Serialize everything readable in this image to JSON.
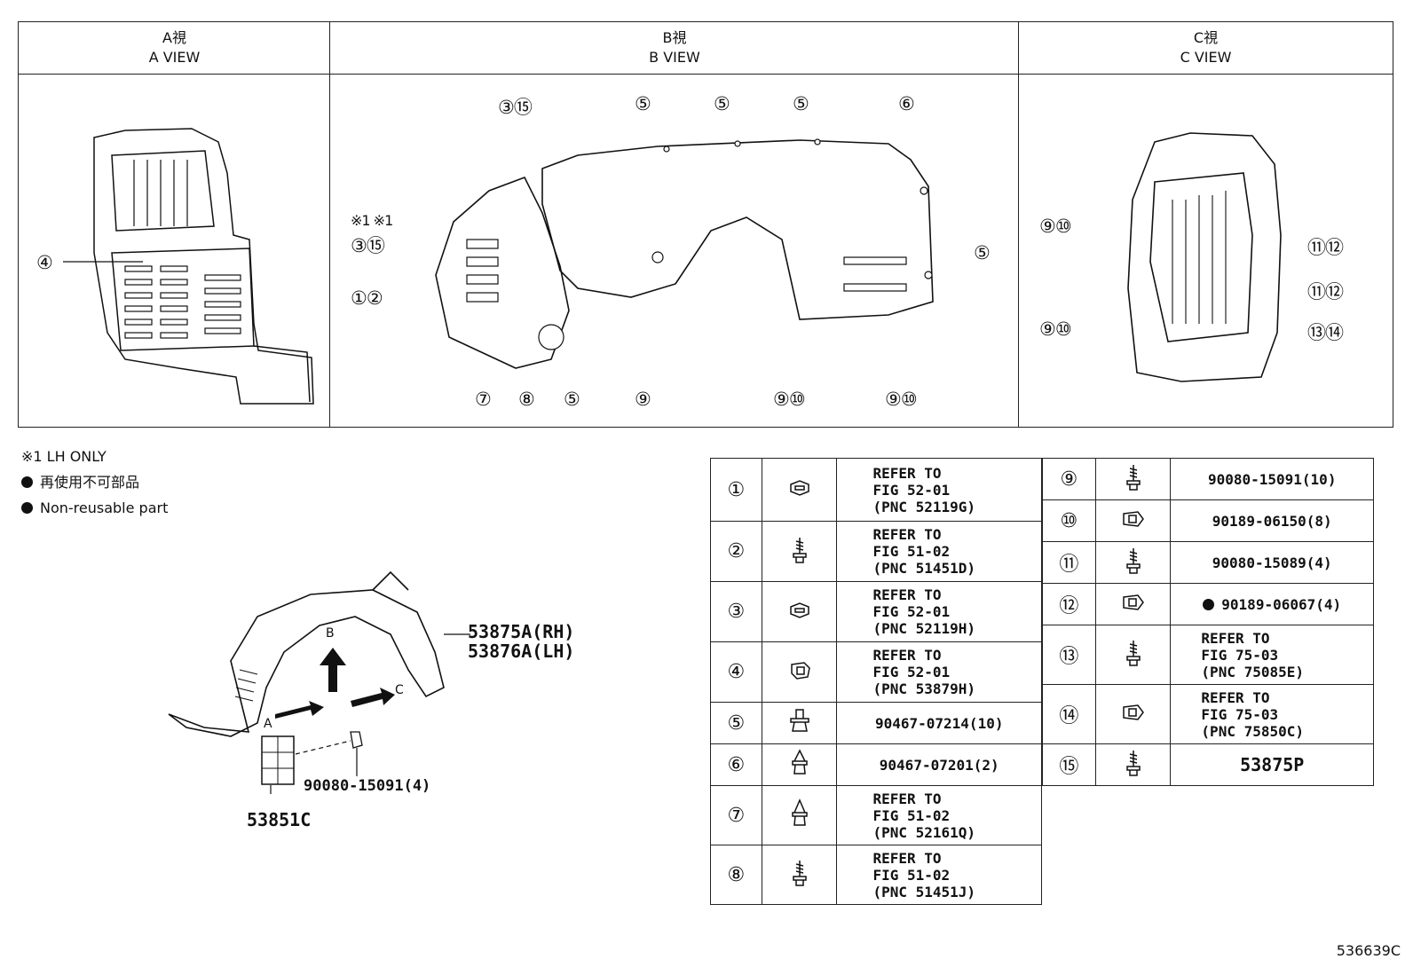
{
  "views": [
    {
      "jp": "A視",
      "en": "A VIEW"
    },
    {
      "jp": "B視",
      "en": "B VIEW"
    },
    {
      "jp": "C視",
      "en": "C VIEW"
    }
  ],
  "callouts": {
    "a4": "④",
    "b_3_15_top": "③⑮",
    "b_5_a": "⑤",
    "b_5_b": "⑤",
    "b_5_c": "⑤",
    "b_6": "⑥",
    "b_note": "※1 ※1",
    "b_3_15_left": "③⑮",
    "b_1_2": "①②",
    "b_5_right": "⑤",
    "b_7": "⑦",
    "b_8": "⑧",
    "b_5_bottom": "⑤",
    "b_9": "⑨",
    "b_9_10_a": "⑨⑩",
    "b_9_10_b": "⑨⑩",
    "c_9_10_top": "⑨⑩",
    "c_11_12_a": "⑪⑫",
    "c_11_12_b": "⑪⑫",
    "c_9_10_bottom": "⑨⑩",
    "c_13_14": "⑬⑭"
  },
  "notes": {
    "lh_only": "※1 LH ONLY",
    "nonreuse_jp": "再使用不可部品",
    "nonreuse_en": "Non-reusable part"
  },
  "assembly": {
    "part_main_rh": "53875A(RH)",
    "part_main_lh": "53876A(LH)",
    "arrow_a": "A",
    "arrow_b": "B",
    "arrow_c": "C",
    "bolt": "90080-15091(4)",
    "shield": "53851C"
  },
  "parts_left": [
    {
      "no": "①",
      "icon": "clip-icon",
      "l1": "REFER TO",
      "l2": "FIG 52-01",
      "l3": "(PNC 52119G)"
    },
    {
      "no": "②",
      "icon": "screw-icon",
      "l1": "REFER TO",
      "l2": "FIG 51-02",
      "l3": "(PNC 51451D)"
    },
    {
      "no": "③",
      "icon": "clip-icon",
      "l1": "REFER TO",
      "l2": "FIG 52-01",
      "l3": "(PNC 52119H)"
    },
    {
      "no": "④",
      "icon": "clip-icon",
      "l1": "REFER TO",
      "l2": "FIG 52-01",
      "l3": "(PNC 53879H)"
    },
    {
      "no": "⑤",
      "icon": "push-clip-icon",
      "pn": "90467-07214(10)"
    },
    {
      "no": "⑥",
      "icon": "push-clip-icon",
      "pn": "90467-07201(2)"
    },
    {
      "no": "⑦",
      "icon": "push-clip-icon",
      "l1": "REFER TO",
      "l2": "FIG 51-02",
      "l3": "(PNC 52161Q)"
    },
    {
      "no": "⑧",
      "icon": "screw-icon",
      "l1": "REFER TO",
      "l2": "FIG 51-02",
      "l3": "(PNC 51451J)"
    }
  ],
  "parts_right": [
    {
      "no": "⑨",
      "icon": "screw-icon",
      "pn": "90080-15091(10)"
    },
    {
      "no": "⑩",
      "icon": "nut-icon",
      "pn": "90189-06150(8)"
    },
    {
      "no": "⑪",
      "icon": "screw-icon",
      "pn": "90080-15089(4)"
    },
    {
      "no": "⑫",
      "icon": "nut-icon",
      "pn": "90189-06067(4)",
      "nonreusable": true
    },
    {
      "no": "⑬",
      "icon": "screw-icon",
      "l1": "REFER TO",
      "l2": "FIG 75-03",
      "l3": "(PNC 75085E)"
    },
    {
      "no": "⑭",
      "icon": "nut-icon",
      "l1": "REFER TO",
      "l2": "FIG 75-03",
      "l3": "(PNC 75850C)"
    },
    {
      "no": "⑮",
      "icon": "screw-icon",
      "pn": "53875P"
    }
  ],
  "figure_code": "536639C"
}
